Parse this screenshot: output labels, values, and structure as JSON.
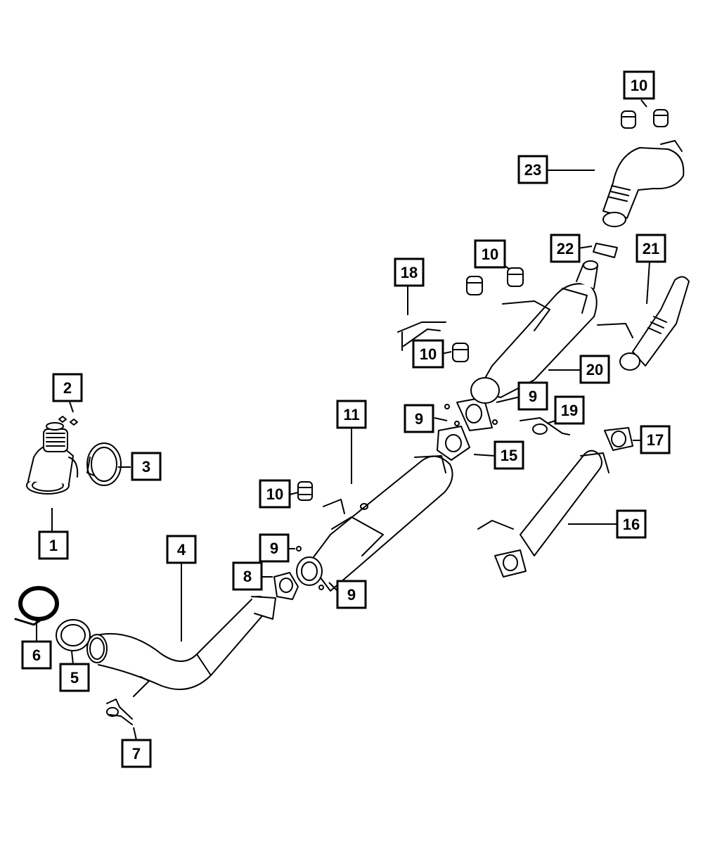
{
  "diagram": {
    "callouts": [
      {
        "id": "c1",
        "label": "1"
      },
      {
        "id": "c2",
        "label": "2"
      },
      {
        "id": "c3",
        "label": "3"
      },
      {
        "id": "c4",
        "label": "4"
      },
      {
        "id": "c5",
        "label": "5"
      },
      {
        "id": "c6",
        "label": "6"
      },
      {
        "id": "c7",
        "label": "7"
      },
      {
        "id": "c8",
        "label": "8"
      },
      {
        "id": "c9a",
        "label": "9"
      },
      {
        "id": "c9b",
        "label": "9"
      },
      {
        "id": "c9c",
        "label": "9"
      },
      {
        "id": "c9d",
        "label": "9"
      },
      {
        "id": "c10a",
        "label": "10"
      },
      {
        "id": "c10b",
        "label": "10"
      },
      {
        "id": "c10c",
        "label": "10"
      },
      {
        "id": "c10d",
        "label": "10"
      },
      {
        "id": "c11",
        "label": "11"
      },
      {
        "id": "c15",
        "label": "15"
      },
      {
        "id": "c16",
        "label": "16"
      },
      {
        "id": "c17",
        "label": "17"
      },
      {
        "id": "c18",
        "label": "18"
      },
      {
        "id": "c19",
        "label": "19"
      },
      {
        "id": "c20",
        "label": "20"
      },
      {
        "id": "c21",
        "label": "21"
      },
      {
        "id": "c22",
        "label": "22"
      },
      {
        "id": "c23",
        "label": "23"
      }
    ]
  }
}
